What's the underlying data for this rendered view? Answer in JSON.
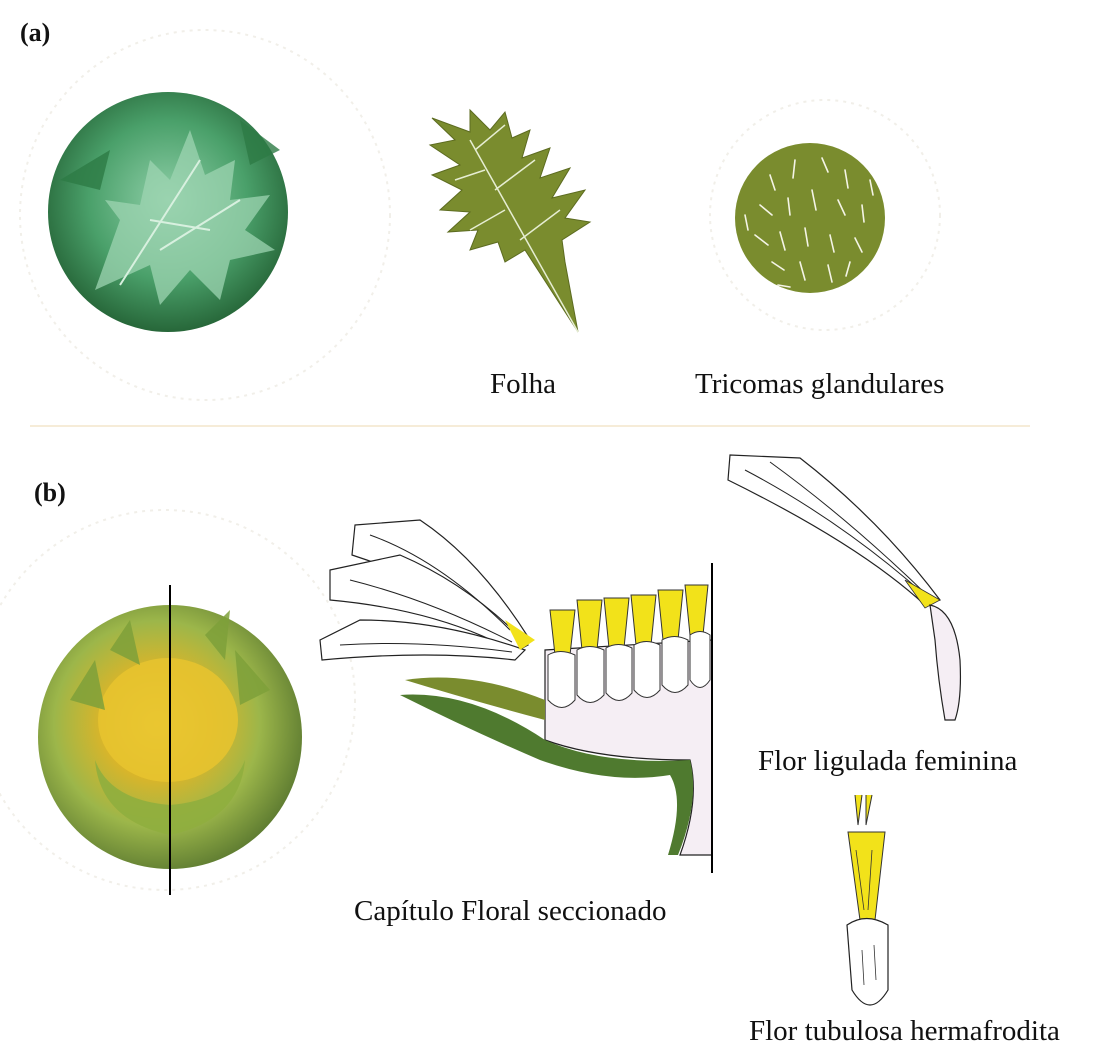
{
  "panel_a": {
    "label": "(a)",
    "captions": {
      "leaf": "Folha",
      "trichomes": "Tricomas glandulares"
    }
  },
  "panel_b": {
    "label": "(b)",
    "captions": {
      "section": "Capítulo Floral seccionado",
      "ligulate": "Flor ligulada feminina",
      "tubular": "Flor tubulosa hermafrodita"
    }
  },
  "colors": {
    "leaf_green": "#7a8c2e",
    "dark_green": "#4f7a2f",
    "yellow": "#f2e21a",
    "pale_pink": "#f5eef4"
  }
}
